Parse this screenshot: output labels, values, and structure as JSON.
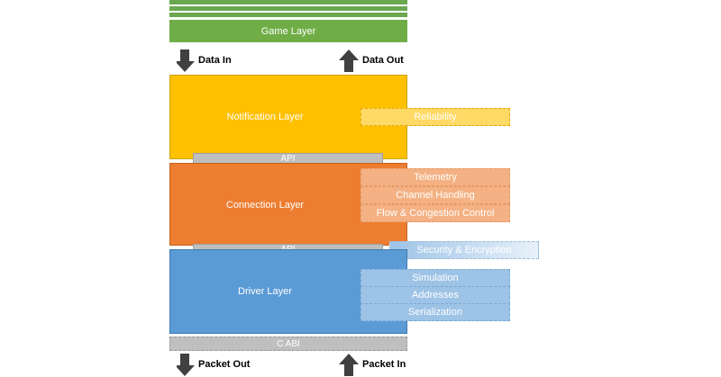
{
  "game_layer": "Game Layer",
  "arrows": {
    "data_in": "Data In",
    "data_out": "Data Out",
    "packet_out": "Packet Out",
    "packet_in": "Packet In"
  },
  "layers": {
    "notification": "Notification Layer",
    "connection": "Connection Layer",
    "driver": "Driver Layer"
  },
  "api_labels": [
    "API",
    "API"
  ],
  "c_abi": "C ABI",
  "notification_side": [
    "Reliability"
  ],
  "connection_side": [
    "Telemetry",
    "Channel Handling",
    "Flow & Congestion Control"
  ],
  "security": "Security & Encryption",
  "driver_side": [
    "Simulation",
    "Addresses",
    "Serialization"
  ],
  "colors": {
    "game": "#70ad47",
    "notification": "#ffc000",
    "connection": "#ed7d31",
    "driver": "#5b9bd5",
    "api": "#bfbfbf"
  }
}
